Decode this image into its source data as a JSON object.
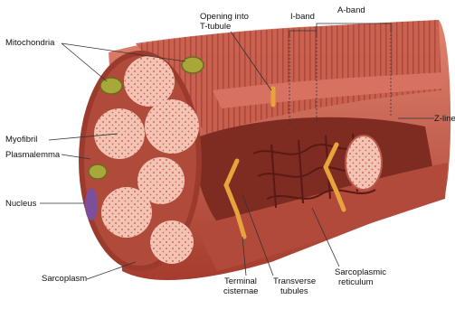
{
  "labels": {
    "mitochondria": "Mitochondria",
    "myofibril": "Myofibril",
    "plasmalemma": "Plasmalemma",
    "nucleus": "Nucleus",
    "sarcoplasm": "Sarcoplasm",
    "opening_line1": "Opening into",
    "opening_line2": "T-tubule",
    "i_band": "I-band",
    "a_band": "A-band",
    "z_line": "Z-line",
    "terminal_line1": "Terminal",
    "terminal_line2": "cisternae",
    "transverse_line1": "Transverse",
    "transverse_line2": "tubules",
    "sarcoplasmic_line1": "Sarcoplasmic",
    "sarcoplasmic_line2": "reticulum"
  },
  "colors": {
    "muscle": "#c0584a",
    "muscle_dark": "#8e3328",
    "muscle_light": "#e48a76",
    "myofibril_face": "#f3c4b4",
    "myofibril_dot": "#c96a5c",
    "mitochondria": "#a8a73a",
    "nucleus": "#7b4f9a",
    "ttubule": "#e7a33c",
    "leader": "#333333"
  }
}
